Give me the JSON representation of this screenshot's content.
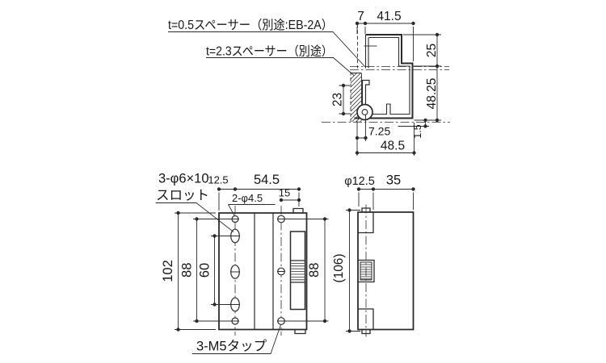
{
  "meta": {
    "background": "#ffffff",
    "line_color": "#2b2b2b",
    "text_color": "#161616",
    "drawing_kind": "technical-dimension-drawing"
  },
  "section_view": {
    "labels": {
      "spacer_t05": "t=0.5スペーサー（別途:EB-2A）",
      "spacer_t23": "t=2.3スペーサー（別途）"
    },
    "dims": {
      "top_7": "7",
      "top_41_5": "41.5",
      "right_25": "25",
      "right_48_25": "48.25",
      "left_23": "23",
      "bottom_7_25": "7.25",
      "bottom_48_5": "48.5",
      "side_1_5": "1.5"
    }
  },
  "front_view": {
    "labels": {
      "slot_qty": "3-φ6×10",
      "slot_word": "スロット",
      "holes": "2-φ4.5",
      "tap": "3-M5タップ"
    },
    "dims": {
      "top_12_5": "12.5",
      "top_54_5": "54.5",
      "top_15": "15",
      "left_102": "102",
      "left_88": "88",
      "left_60": "60",
      "right_88": "88"
    }
  },
  "side_view": {
    "dims": {
      "dia_12_5": "φ12.5",
      "top_35": "35",
      "left_106": "(106)"
    }
  }
}
